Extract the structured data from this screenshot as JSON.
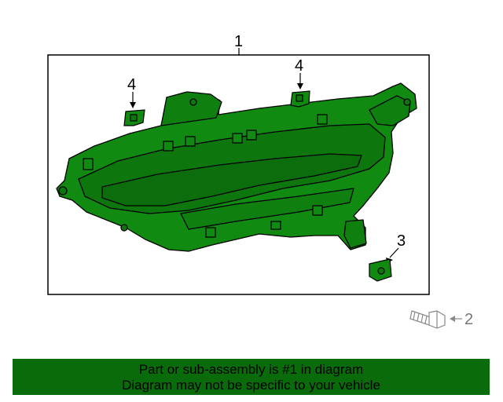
{
  "diagram": {
    "callouts": {
      "part_1": "1",
      "part_2": "2",
      "part_3": "3",
      "part_4a": "4",
      "part_4b": "4"
    },
    "colors": {
      "highlight": "#108a10",
      "outline": "#000000",
      "banner": "#0a6b0a",
      "other_part": "#888888"
    }
  },
  "banner": {
    "line1": "Part or sub-assembly is #1 in diagram",
    "line2": "Diagram may not be specific to your vehicle"
  }
}
